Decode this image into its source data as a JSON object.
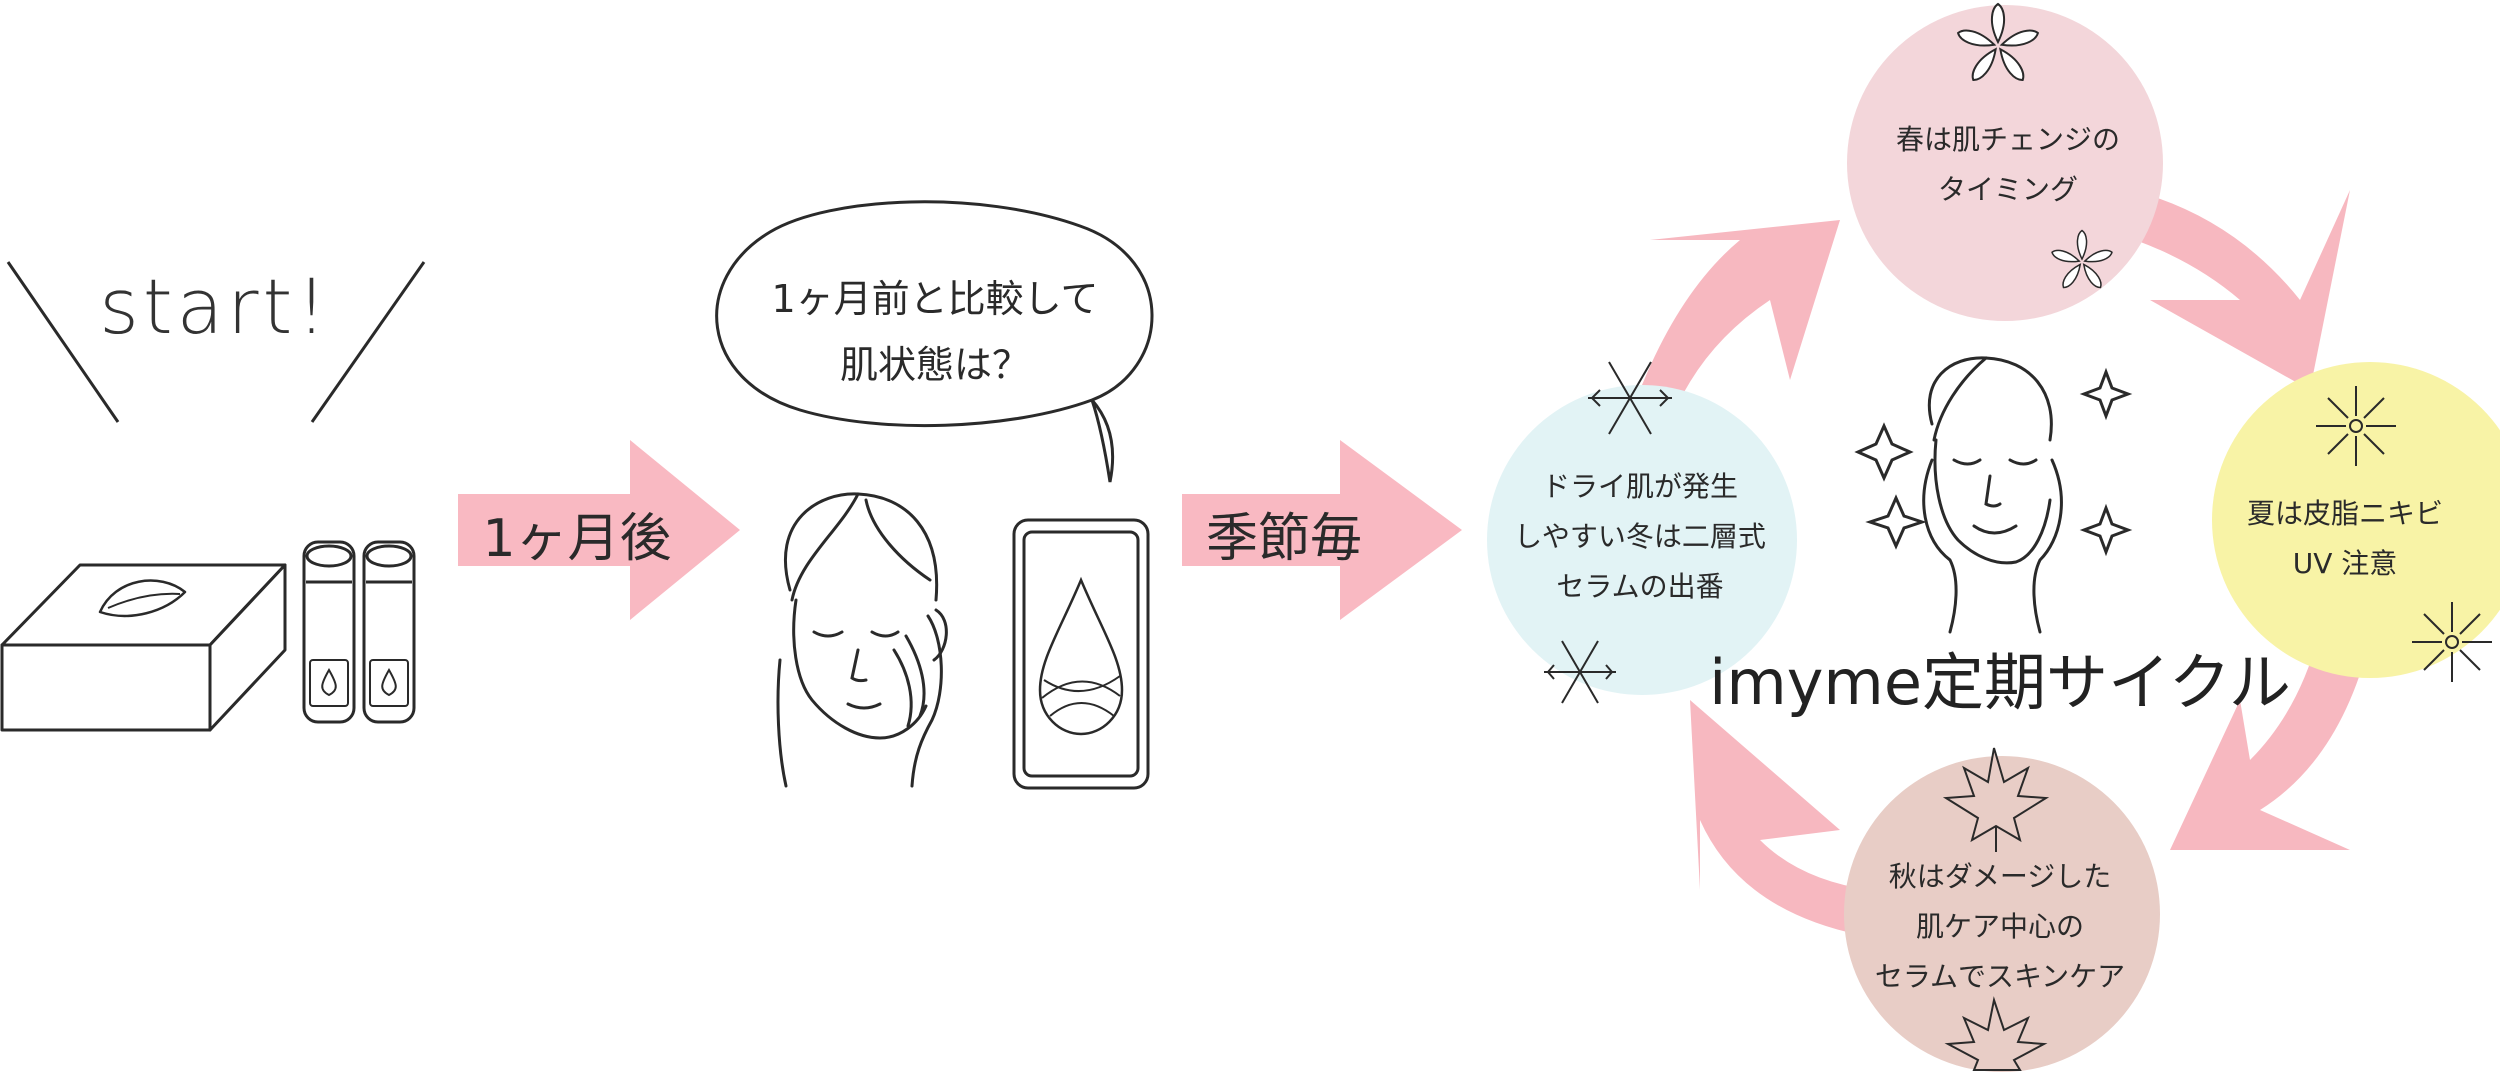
{
  "start": {
    "label": "start!"
  },
  "steps": [
    {
      "label": "1ヶ月後"
    },
    {
      "label": "季節毎"
    }
  ],
  "bubble": {
    "line1": "1ヶ月前と比較して",
    "line2": "肌状態は？"
  },
  "cycle": {
    "title": "imyme定期サイクル",
    "seasons": {
      "spring": {
        "line1": "春は肌チェンジの",
        "line2": "タイミング",
        "icon": "sakura-icon",
        "color": "#f3d6da"
      },
      "summer": {
        "line1": "夏は皮脂ニキビ",
        "line2": "UV 注意",
        "icon": "sun-firework-icon",
        "color": "#f8f3a6"
      },
      "autumn": {
        "line1": "秋はダメージした",
        "line2": "肌ケア中心の",
        "line3": "セラムでスキンケア",
        "icon": "maple-leaf-icon",
        "color": "#e8cdc6"
      },
      "winter": {
        "line1": "ドライ肌が発生",
        "line2": "しやすい冬は二層式",
        "line3": "セラムの出番",
        "icon": "snowflake-icon",
        "color": "#e2f3f5"
      }
    },
    "arrow_color": "#f7b8c0"
  },
  "colors": {
    "step_arrow": "#f9b9c2",
    "line": "#2a2a2a"
  }
}
